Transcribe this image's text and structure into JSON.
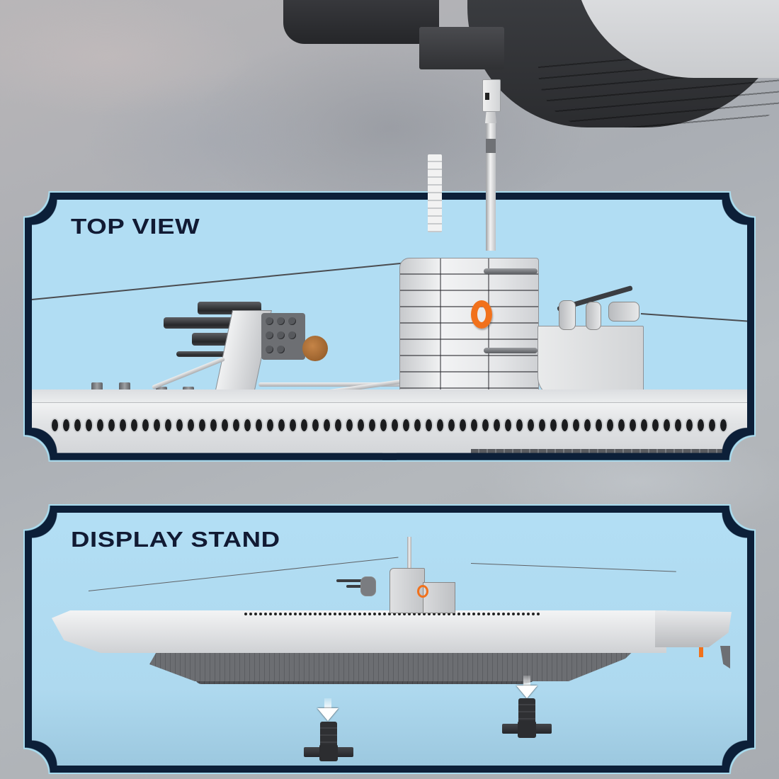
{
  "image": {
    "type": "product-feature-graphic",
    "subject": "brick-built submarine model",
    "background_colors": {
      "stone": "#b3b6ba",
      "panel_fill": "#b1ddf3",
      "panel_border": "#0c1f38",
      "panel_outline": "#a9dcef",
      "title_text": "#111a33",
      "accent_orange": "#f1711c"
    }
  },
  "panels": [
    {
      "id": "top-view",
      "title": "TOP VIEW",
      "content": "close-up of conning tower, deck gun and anti-aircraft gun"
    },
    {
      "id": "display-stand",
      "title": "DISPLAY STAND",
      "content": "full submarine side profile with two stands and downward arrows",
      "stand_count": 2
    }
  ]
}
